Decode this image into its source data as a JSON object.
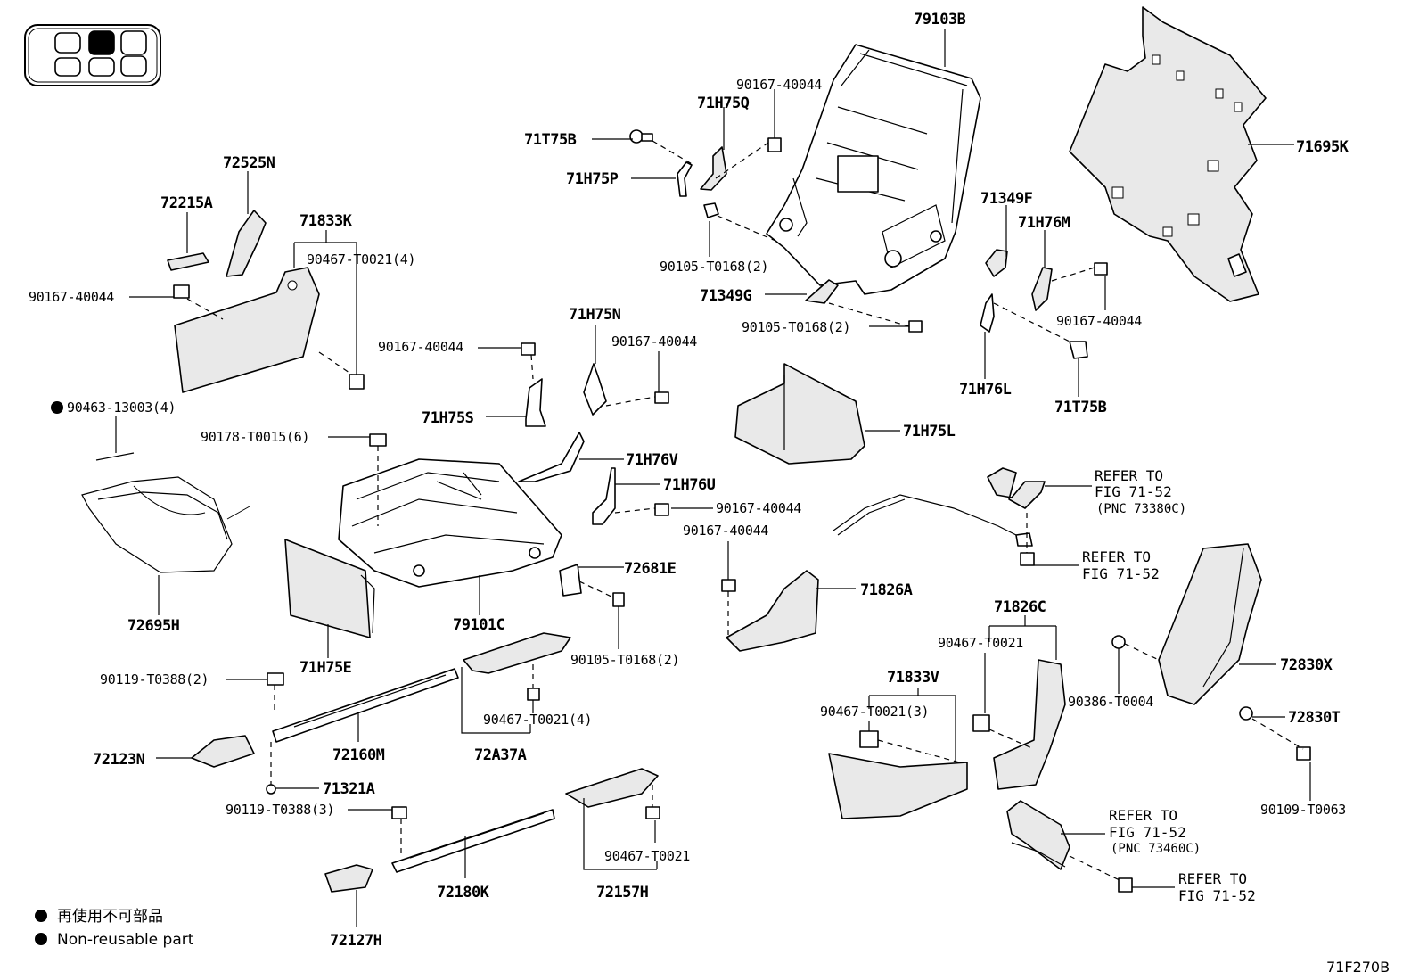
{
  "legend": {
    "jp_text": "再使用不可部品",
    "en_text": "Non-reusable part"
  },
  "figure_code": "71F270B",
  "labels": {
    "l79103B": "79103B",
    "l90167_top": "90167-40044",
    "l71H75Q": "71H75Q",
    "l71T75B_top": "71T75B",
    "l71H75P": "71H75P",
    "l90105_top": "90105-T0168(2)",
    "l71349F": "71349F",
    "l71H76M": "71H76M",
    "l71695K": "71695K",
    "l71349G": "71349G",
    "l90105_mid": "90105-T0168(2)",
    "l90167_right": "90167-40044",
    "l71H76L": "71H76L",
    "l71T75B_bot": "71T75B",
    "l72525N": "72525N",
    "l72215A": "72215A",
    "l71833K": "71833K",
    "l90467_4a": "90467-T0021(4)",
    "l90167_left": "90167-40044",
    "l90463": "90463-13003(4)",
    "l71H75N": "71H75N",
    "l90167_mid1": "90167-40044",
    "l90167_mid2": "90167-40044",
    "l71H75S": "71H75S",
    "l90178": "90178-T0015(6)",
    "l71H76V": "71H76V",
    "l71H76U": "71H76U",
    "l90167_mid3": "90167-40044",
    "l90167_mid4": "90167-40044",
    "l71H75L": "71H75L",
    "l72695H": "72695H",
    "l72681E": "72681E",
    "l71826A": "71826A",
    "l79101C": "79101C",
    "l71H75E": "71H75E",
    "l90105_bot": "90105-T0168(2)",
    "l71826C": "71826C",
    "l90467_single1": "90467-T0021",
    "l72830X": "72830X",
    "l90119_2": "90119-T0388(2)",
    "l71833V": "71833V",
    "l90467_3": "90467-T0021(3)",
    "l90386": "90386-T0004",
    "l72830T": "72830T",
    "l90467_4b": "90467-T0021(4)",
    "l72123N": "72123N",
    "l72160M": "72160M",
    "l72A37A": "72A37A",
    "l71321A": "71321A",
    "l90119_3": "90119-T0388(3)",
    "l90109": "90109-T0063",
    "l90467_single2": "90467-T0021",
    "l72180K": "72180K",
    "l72157H": "72157H",
    "l72127H": "72127H"
  },
  "refs": {
    "r1_a": "REFER TO",
    "r1_b": "FIG 71-52",
    "r1_c": "(PNC 73380C)",
    "r2_a": "REFER TO",
    "r2_b": "FIG 71-52",
    "r3_a": "REFER TO",
    "r3_b": "FIG 71-52",
    "r3_c": "(PNC 73460C)",
    "r4_a": "REFER TO",
    "r4_b": "FIG 71-52"
  },
  "seat_locator_icon": "seat-position-locator-icon"
}
